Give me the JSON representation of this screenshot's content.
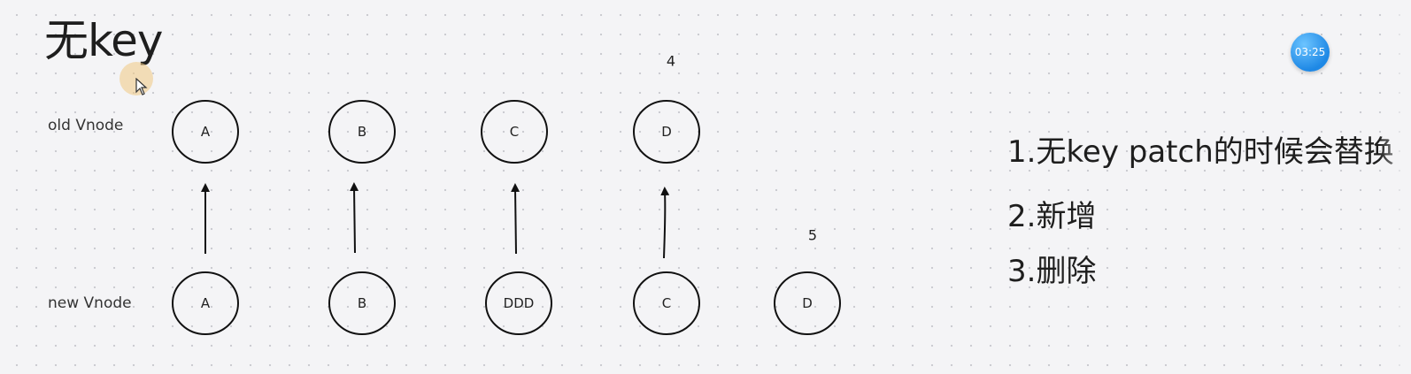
{
  "title": "无key",
  "timer": "03:25",
  "rows": {
    "old_label": "old Vnode",
    "new_label": "new Vnode"
  },
  "old_nodes": [
    "A",
    "B",
    "C",
    "D"
  ],
  "new_nodes": [
    "A",
    "B",
    "DDD",
    "C",
    "D"
  ],
  "annotations": {
    "above_old_d": "4",
    "above_new_d": "5"
  },
  "notes": [
    "1.无key patch的时候会替换",
    "2.新增",
    "3.删除"
  ]
}
